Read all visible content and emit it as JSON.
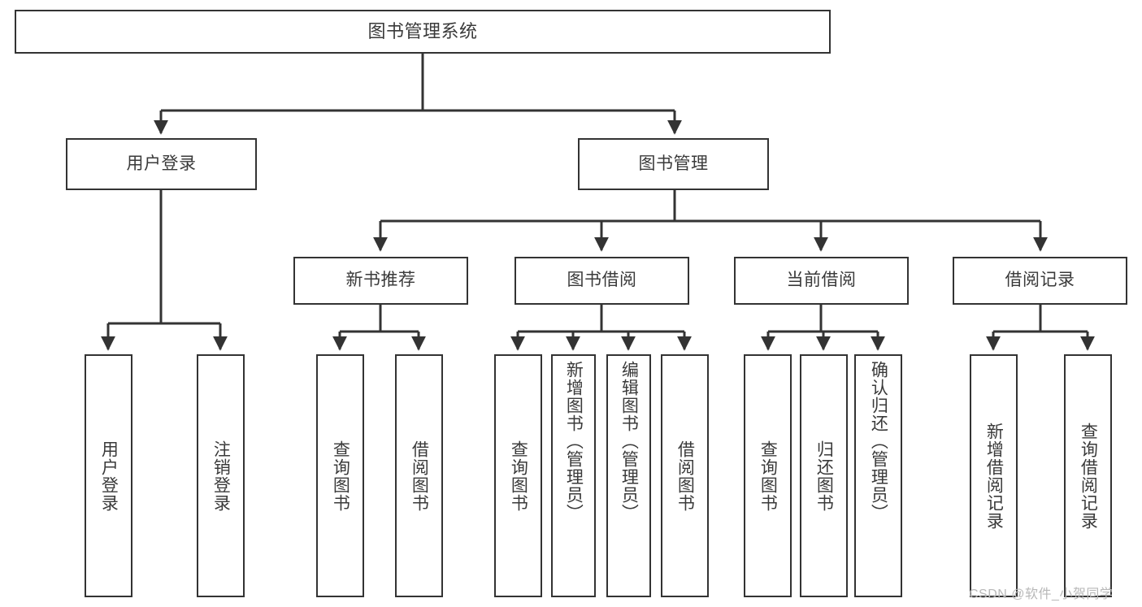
{
  "diagram": {
    "title": "图书管理系统",
    "type": "功能结构图",
    "colors": {
      "background": "#ffffff",
      "box_border": "#333333",
      "box_fill": "#ffffff",
      "text": "#3a3a3a",
      "connector": "#333333",
      "watermark": "#b8b8b8"
    },
    "root": {
      "label": "图书管理系统"
    },
    "level2": [
      {
        "label": "用户登录"
      },
      {
        "label": "图书管理"
      }
    ],
    "level3": [
      {
        "label": "新书推荐"
      },
      {
        "label": "图书借阅"
      },
      {
        "label": "当前借阅"
      },
      {
        "label": "借阅记录"
      }
    ],
    "leaves": {
      "user_login": [
        {
          "label": "用户登录"
        },
        {
          "label": "注销登录"
        }
      ],
      "new_book_recommend": [
        {
          "label": "查询图书"
        },
        {
          "label": "借阅图书"
        }
      ],
      "book_borrow": [
        {
          "label": "查询图书"
        },
        {
          "label": "新增图书（管理员）"
        },
        {
          "label": "编辑图书（管理员）"
        },
        {
          "label": "借阅图书"
        }
      ],
      "current_borrow": [
        {
          "label": "查询图书"
        },
        {
          "label": "归还图书"
        },
        {
          "label": "确认归还（管理员）"
        }
      ],
      "borrow_record": [
        {
          "label": "新增借阅记录"
        },
        {
          "label": "查询借阅记录"
        }
      ]
    }
  },
  "watermark": {
    "text": "CSDN @软件_小贺同学"
  }
}
